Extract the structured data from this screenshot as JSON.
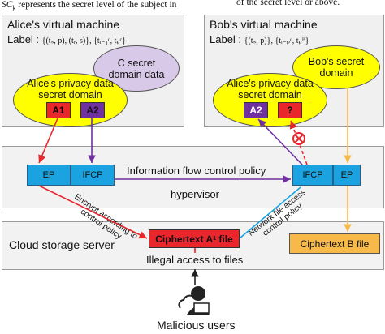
{
  "caption_top": {
    "symbol": "SC",
    "subscript": "k",
    "text": "represents the secret level of the subject in"
  },
  "caption_top_right": "of the secret level or above.",
  "alice_vm": {
    "title": "Alice's virtual machine",
    "label_prefix": "Label :",
    "label_value": "{(tₛ, p), (tᵣ, s)}, {tᵢ₋₁ᶜ, tₚᶜ}",
    "c_domain": "C secret domain data",
    "privacy_domain": "Alice's privacy data secret domain",
    "a1": "A1",
    "a2": "A2"
  },
  "bob_vm": {
    "title": "Bob's virtual machine",
    "label_prefix": "Label :",
    "label_value": "{(tₛ, p)}, {tᵢ₋ₚᶜ, tₚᴮ}",
    "bob_domain": "Bob's secret domain",
    "privacy_domain": "Alice's privacy data secret domain",
    "a2": "A2",
    "unknown": "?"
  },
  "hypervisor": {
    "ep_left": "EP",
    "ifcp_left": "IFCP",
    "policy": "Information flow control policy",
    "ifcp_right": "IFCP",
    "ep_right": "EP",
    "label": "hypervisor",
    "encrypt_note": "Encrypt according to control policy",
    "network_note": "Network file access control policy"
  },
  "storage": {
    "title": "Cloud storage server",
    "cipher_a": "Ciphertext A",
    "cipher_a_suffix": "file",
    "cipher_b": "Ciphertext B file",
    "illegal": "Illegal access to files"
  },
  "attacker": {
    "label": "Malicious users"
  },
  "colors": {
    "red": "#e8262c",
    "purple": "#7030a0",
    "orange": "#f6b94a",
    "blue": "#1aa3e0",
    "lavender": "#d9c9e9",
    "yellow": "#ffff00",
    "panel": "#f0f0f0"
  }
}
